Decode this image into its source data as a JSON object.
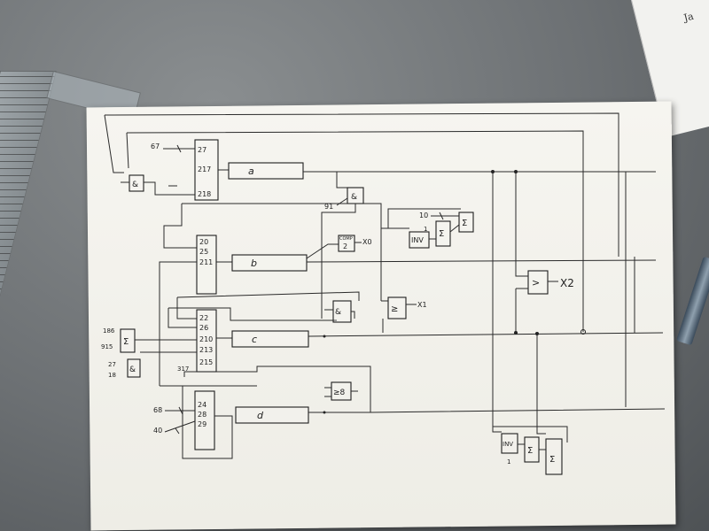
{
  "blocks": {
    "a": "a",
    "b": "b",
    "c": "c",
    "d": "d"
  },
  "mux_top": {
    "pins": [
      "27",
      "217",
      "218"
    ],
    "input": "67"
  },
  "mux_b": {
    "pins": [
      "20",
      "25",
      "211"
    ]
  },
  "mux_c": {
    "pins": [
      "22",
      "26",
      "210",
      "213",
      "215"
    ]
  },
  "mux_d": {
    "pins": [
      "24",
      "28",
      "29"
    ],
    "inputs": [
      "68",
      "40"
    ]
  },
  "gates": {
    "and_top_left": "&",
    "and_91": "&",
    "and_91_input": "91",
    "comp": "COMP",
    "comp_symbol": "2",
    "comp_output": "X0",
    "and_mid": "&",
    "ge_gate": "≥",
    "ge_output": "X1",
    "ge8": "≥8",
    "sum_left": "Σ",
    "sum_left_inputs": [
      "186",
      "915"
    ],
    "and_left": "&",
    "and_left_inputs": [
      "27",
      "18"
    ],
    "pin_317": "317",
    "inv_top": "INV",
    "inv_top_input": "1",
    "sum_top": "Σ",
    "sum_top2": "Σ",
    "sum_top_input": "10",
    "greater": ">",
    "greater_output": "X2",
    "inv_bottom": "INV",
    "inv_bottom_input": "1",
    "sum_bottom": "Σ",
    "sum_bottom2": "Σ"
  },
  "side_sheet_label": "Ja"
}
